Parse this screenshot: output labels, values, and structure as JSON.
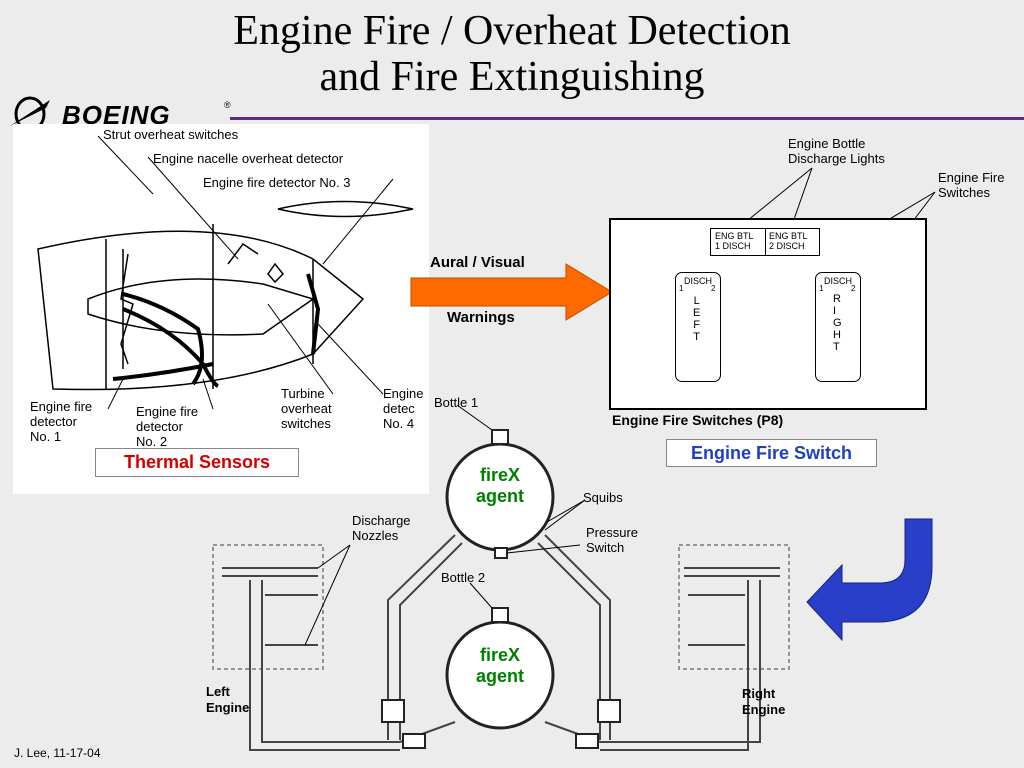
{
  "title": {
    "line1": "Engine Fire / Overheat Detection",
    "line2": "and Fire Extinguishing"
  },
  "logo": {
    "text": "BOEING",
    "registered": "®"
  },
  "engine_labels": {
    "strut": "Strut overheat switches",
    "nacelle": "Engine nacelle overheat detector",
    "detector3": "Engine fire detector No. 3",
    "detector1": [
      "Engine fire",
      "detector",
      "No. 1"
    ],
    "detector2": [
      "Engine fire",
      "detector",
      "No. 2"
    ],
    "turbine": [
      "Turbine",
      "overheat",
      "switches"
    ],
    "detector4": [
      "Engine",
      "detec",
      "No. 4"
    ]
  },
  "thermal_sensors": "Thermal Sensors",
  "warnings": {
    "line1": "Aural / Visual",
    "line2": "Warnings"
  },
  "panel": {
    "bottle_lights_label": [
      "Engine Bottle",
      "Discharge Lights"
    ],
    "fire_switches_label": [
      "Engine Fire",
      "Switches"
    ],
    "eng_btl_1": [
      "ENG BTL",
      "1 DISCH"
    ],
    "eng_btl_2": [
      "ENG BTL",
      "2 DISCH"
    ],
    "left_switch": {
      "top": "DISCH",
      "n1": "1",
      "n2": "2",
      "letters": [
        "L",
        "E",
        "F",
        "T"
      ]
    },
    "right_switch": {
      "top": "DISCH",
      "n1": "1",
      "n2": "2",
      "letters": [
        "R",
        "I",
        "G",
        "H",
        "T"
      ]
    },
    "caption": "Engine Fire Switches (P8)"
  },
  "engine_fire_switch": "Engine Fire Switch",
  "extinguishing": {
    "bottle1": "Bottle 1",
    "bottle2": "Bottle 2",
    "agent1": [
      "fireX",
      "agent"
    ],
    "agent2": [
      "fireX",
      "agent"
    ],
    "squibs": "Squibs",
    "pressure_switch": [
      "Pressure",
      "Switch"
    ],
    "discharge_nozzles": [
      "Discharge",
      "Nozzles"
    ],
    "left_engine": [
      "Left",
      "Engine"
    ],
    "right_engine": [
      "Right",
      "Engine"
    ]
  },
  "footer": "J. Lee, 11-17-04",
  "colors": {
    "orange_arrow": "#ff6a00",
    "blue_arrow": "#2a3fc9",
    "purple_line": "#5b2a86",
    "thermal_text": "#d40000",
    "switch_text": "#1f3fbf",
    "agent_text": "#008000"
  }
}
